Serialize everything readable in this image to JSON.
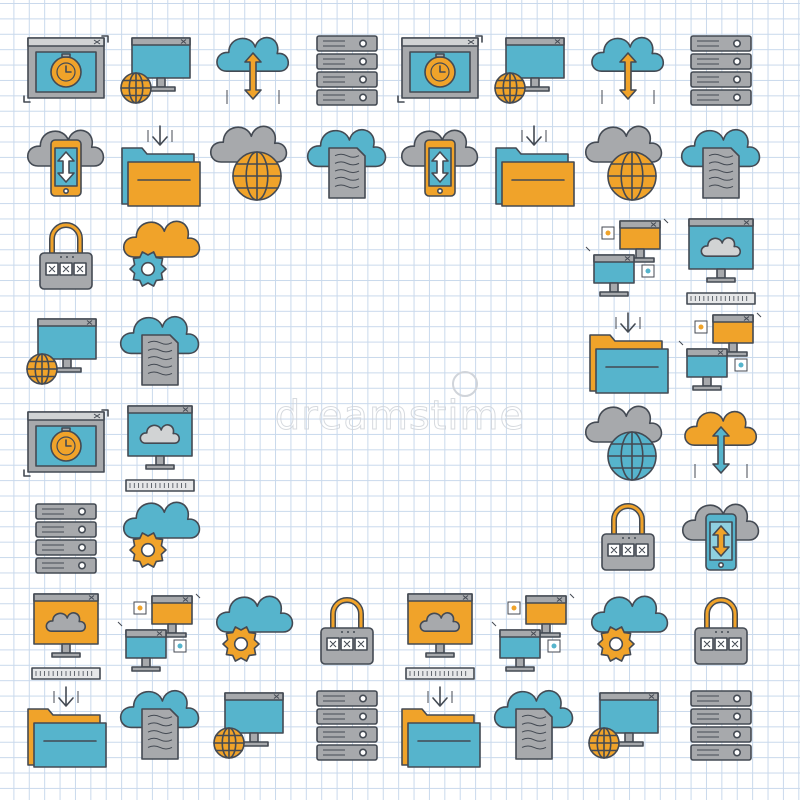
{
  "colors": {
    "blue": "#56b4cc",
    "orange": "#f0a32a",
    "gray": "#a7a9ac",
    "dark": "#444a53",
    "grid": "#c9d9ec"
  },
  "watermark": {
    "text": "dreamstime"
  },
  "grid": {
    "rows": [
      [
        "browser-clock",
        "monitor-globe",
        "cloud-transfer",
        "server-rack",
        "browser-clock",
        "monitor-globe",
        "cloud-transfer",
        "server-rack"
      ],
      [
        "cloud-phone",
        "folder-download",
        "cloud-globe",
        "cloud-document",
        "cloud-phone",
        "folder-download",
        "cloud-globe",
        "cloud-document"
      ],
      [
        "padlock",
        "cloud-gear",
        "",
        "",
        "",
        "",
        "network-computers",
        "monitor-cloud"
      ],
      [
        "monitor-globe",
        "cloud-document",
        "",
        "",
        "",
        "",
        "folder-download",
        "network-computers"
      ],
      [
        "browser-clock",
        "monitor-cloud",
        "",
        "",
        "",
        "",
        "cloud-globe",
        "cloud-transfer"
      ],
      [
        "server-rack",
        "cloud-gear",
        "",
        "",
        "",
        "",
        "padlock",
        "cloud-phone"
      ],
      [
        "monitor-cloud",
        "network-computers",
        "cloud-gear",
        "padlock",
        "monitor-cloud",
        "network-computers",
        "cloud-gear",
        "padlock"
      ],
      [
        "folder-download",
        "cloud-document",
        "monitor-globe",
        "server-rack",
        "folder-download",
        "cloud-document",
        "monitor-globe",
        "server-rack"
      ]
    ]
  }
}
